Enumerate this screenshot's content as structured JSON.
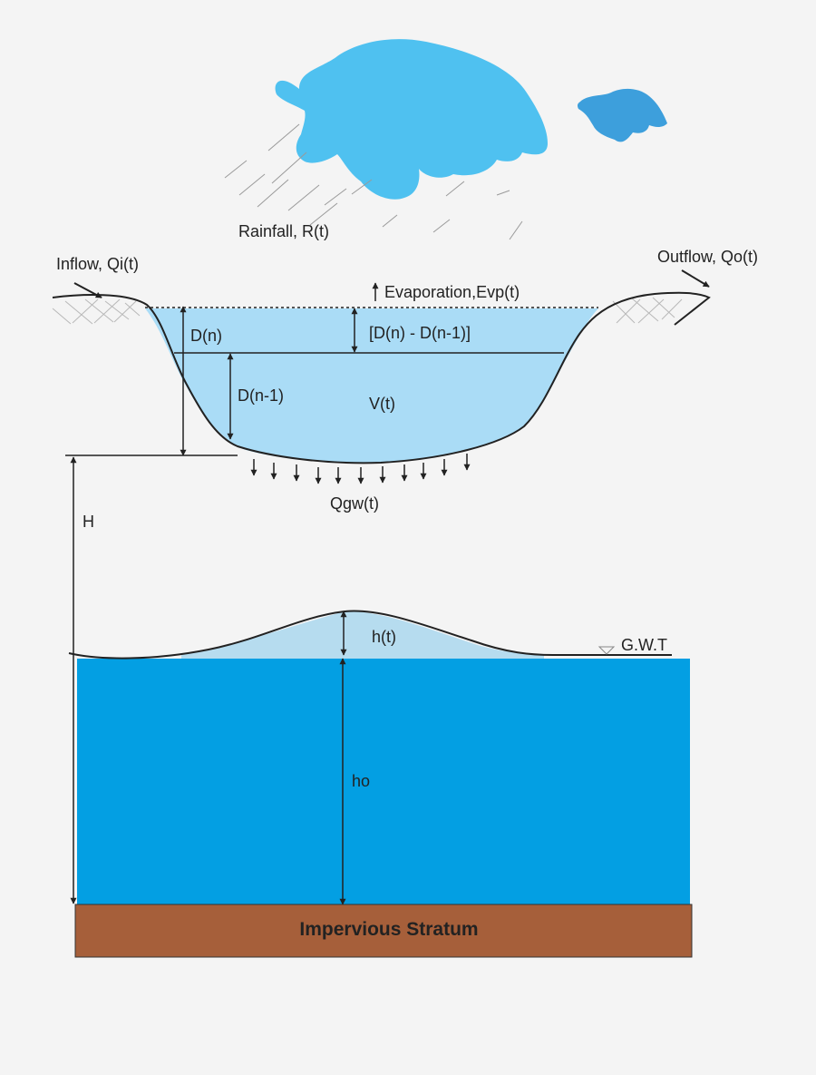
{
  "labels": {
    "rainfall": "Rainfall, R(t)",
    "inflow": "Inflow, Qi(t)",
    "outflow": "Outflow, Qo(t)",
    "evaporation": "Evaporation,Evp(t)",
    "depth_now": "D(n)",
    "depth_diff": "[D(n) - D(n-1)]",
    "depth_prev": "D(n-1)",
    "volume": "V(t)",
    "seepage": "Qgw(t)",
    "height_total": "H",
    "mound": "h(t)",
    "water_table": "G.W.T",
    "aquifer_depth": "ho",
    "stratum": "Impervious Stratum"
  },
  "colors": {
    "background": "#f4f4f4",
    "cloud_large": "#4fc1f0",
    "cloud_small": "#3d9fdc",
    "pond_water": "#aadcf6",
    "mound_water": "#b6dcef",
    "aquifer": "#039fe3",
    "stratum": "#a65f3a",
    "line": "#222222",
    "rain": "#9a9a9a"
  },
  "icons": {
    "evaporation": "arrow-up-icon",
    "seepage": "arrow-down-icon",
    "water_table": "triangle-down-icon",
    "inflow": "arrow-diagonal-icon",
    "outflow": "arrow-diagonal-icon"
  }
}
